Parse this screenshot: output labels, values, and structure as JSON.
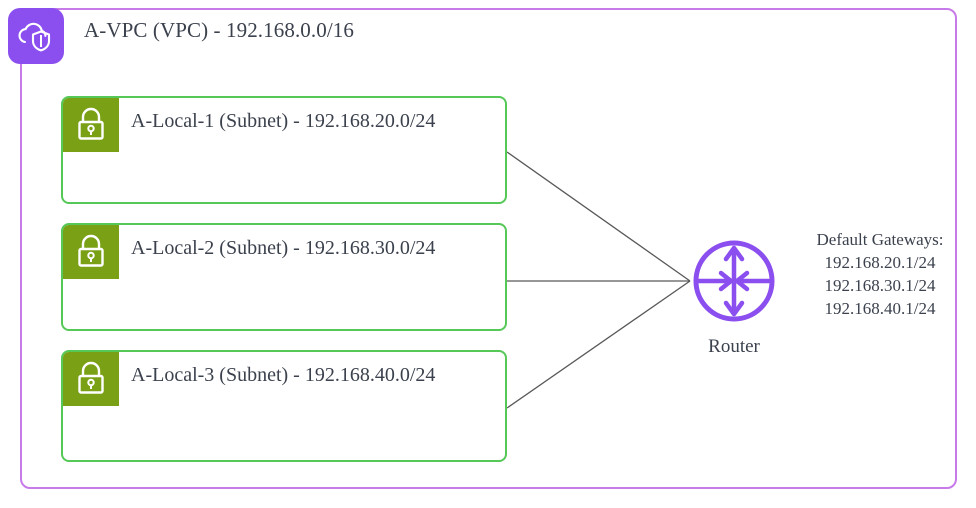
{
  "diagram": {
    "vpc": {
      "icon_name": "vpc-cloud-shield-icon",
      "title": "A-VPC (VPC) - 192.168.0.0/16",
      "border_color": "#C77BE8",
      "icon_bg_color": "#8C4FEF"
    },
    "subnets": [
      {
        "label": "A-Local-1 (Subnet) - 192.168.20.0/24",
        "icon_name": "lock-icon",
        "border_color": "#55C857",
        "icon_bg_color": "#7AA116"
      },
      {
        "label": "A-Local-2 (Subnet) - 192.168.30.0/24",
        "icon_name": "lock-icon",
        "border_color": "#55C857",
        "icon_bg_color": "#7AA116"
      },
      {
        "label": "A-Local-3 (Subnet) - 192.168.40.0/24",
        "icon_name": "lock-icon",
        "border_color": "#55C857",
        "icon_bg_color": "#7AA116"
      }
    ],
    "router": {
      "icon_name": "router-icon",
      "label": "Router",
      "color": "#8C4FEF"
    },
    "gateways": {
      "heading": "Default Gateways:",
      "addresses": [
        "192.168.20.1/24",
        "192.168.30.1/24",
        "192.168.40.1/24"
      ]
    },
    "link_color": "#595959"
  }
}
